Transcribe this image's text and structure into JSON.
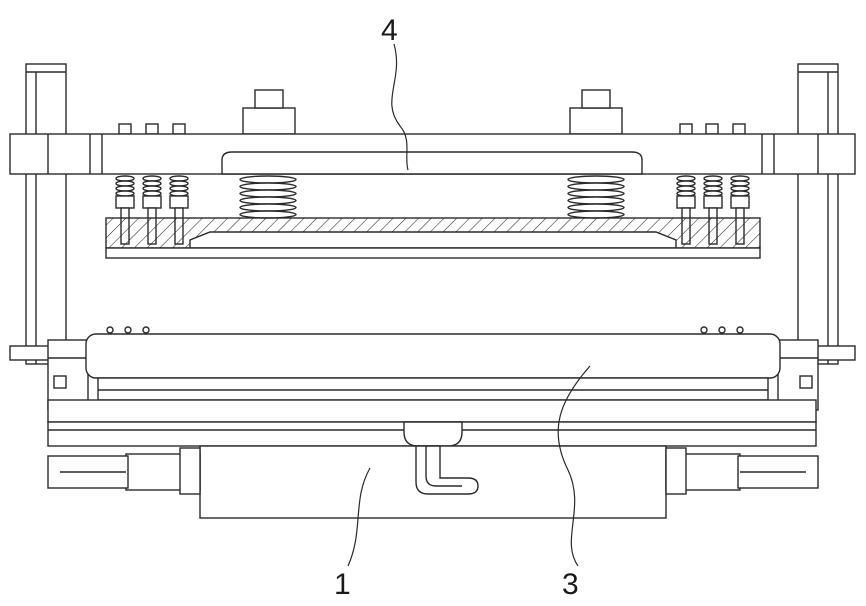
{
  "figure": {
    "callouts": [
      {
        "id": "callout-4",
        "text": "4"
      },
      {
        "id": "callout-3",
        "text": "3"
      },
      {
        "id": "callout-1",
        "text": "1"
      }
    ]
  },
  "colors": {
    "line": "#2a2a2a",
    "background": "#ffffff"
  }
}
